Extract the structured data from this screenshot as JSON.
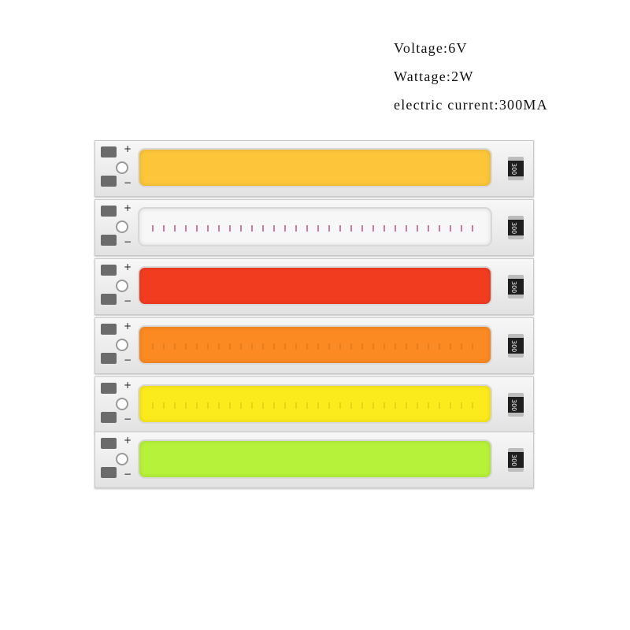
{
  "specs": {
    "voltage": "Voltage:6V",
    "wattage": "Wattage:2W",
    "current": "electric current:300MA"
  },
  "boards": [
    {
      "color": "#fcc53a",
      "plus": "+",
      "minus": "−",
      "resistor_code": "300"
    },
    {
      "color": "#f7f7f7",
      "plus": "+",
      "minus": "−",
      "resistor_code": "300"
    },
    {
      "color": "#f23c20",
      "plus": "+",
      "minus": "−",
      "resistor_code": "300"
    },
    {
      "color": "#fb8a22",
      "plus": "+",
      "minus": "−",
      "resistor_code": "300"
    },
    {
      "color": "#fbea1c",
      "plus": "+",
      "minus": "−",
      "resistor_code": "300"
    },
    {
      "color": "#b6f23a",
      "plus": "+",
      "minus": "−",
      "resistor_code": "300"
    }
  ]
}
